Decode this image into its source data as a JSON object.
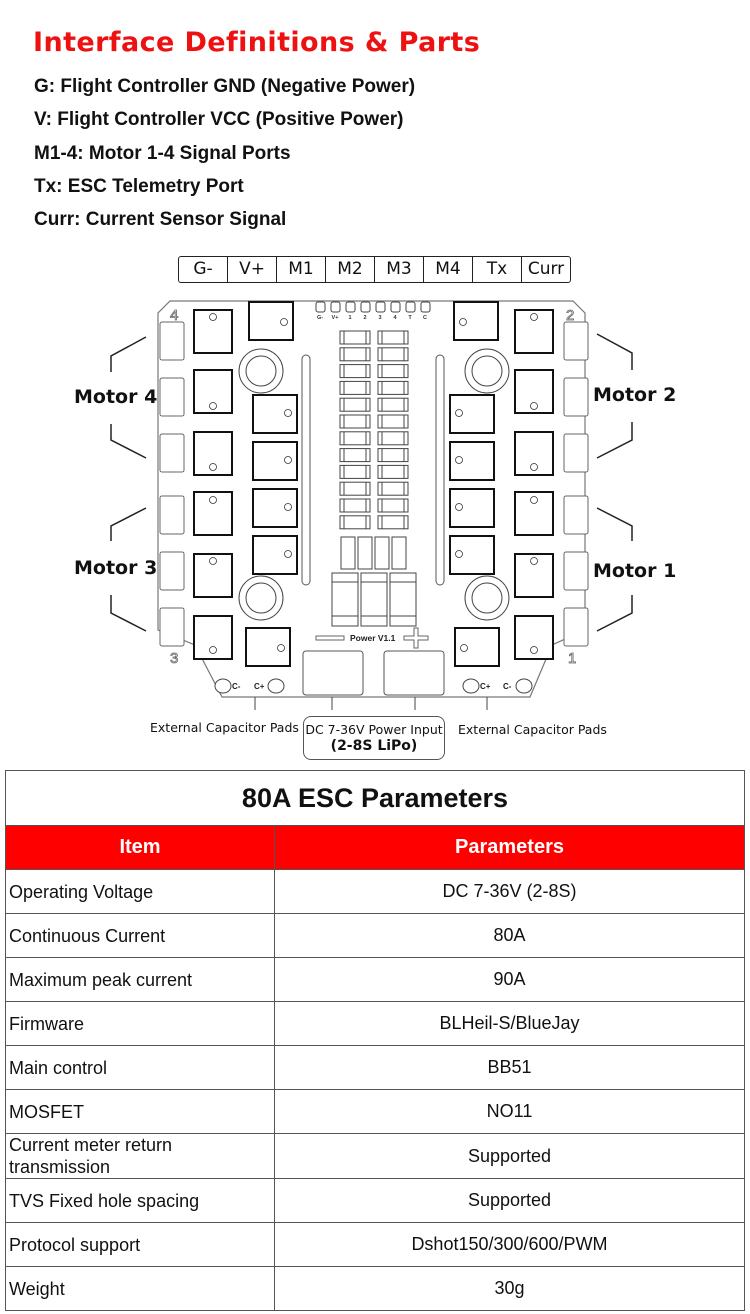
{
  "title": "Interface Definitions & Parts",
  "definitions": [
    "G: Flight Controller GND (Negative Power)",
    "V: Flight Controller VCC (Positive Power)",
    "M1-4: Motor 1-4 Signal Ports",
    "Tx: ESC Telemetry Port",
    "Curr: Current Sensor Signal"
  ],
  "pin_header": [
    "G-",
    "V+",
    "M1",
    "M2",
    "M3",
    "M4",
    "Tx",
    "Curr"
  ],
  "board": {
    "pad_labels": [
      "G-",
      "V+",
      "1",
      "2",
      "3",
      "4",
      "T",
      "C"
    ],
    "corner_numbers": [
      "4",
      "2",
      "3",
      "1"
    ],
    "version": "Power V1.1",
    "cap_labels_left": [
      "C-",
      "C+"
    ],
    "cap_labels_right": [
      "C+",
      "C-"
    ]
  },
  "motors": {
    "motor4": "Motor 4",
    "motor3": "Motor 3",
    "motor2": "Motor 2",
    "motor1": "Motor 1"
  },
  "annotations": {
    "cap_left": "External Capacitor Pads",
    "cap_right": "External Capacitor Pads",
    "power_line1": "DC 7-36V Power Input",
    "power_line2": "(2-8S LiPo)"
  },
  "colors": {
    "accent": "#ff0000",
    "title": "#ee1111"
  },
  "table": {
    "caption": "80A ESC Parameters",
    "headers": [
      "Item",
      "Parameters"
    ],
    "rows": [
      [
        "Operating Voltage",
        "DC 7-36V (2-8S)"
      ],
      [
        "Continuous Current",
        "80A"
      ],
      [
        "Maximum peak current",
        "90A"
      ],
      [
        "Firmware",
        "BLHeil-S/BlueJay"
      ],
      [
        "Main control",
        "BB51"
      ],
      [
        "MOSFET",
        "NO11"
      ],
      [
        "Current meter return transmission",
        "Supported"
      ],
      [
        "TVS Fixed hole spacing",
        "Supported"
      ],
      [
        "Protocol support",
        "Dshot150/300/600/PWM"
      ],
      [
        "Weight",
        "30g"
      ]
    ]
  }
}
